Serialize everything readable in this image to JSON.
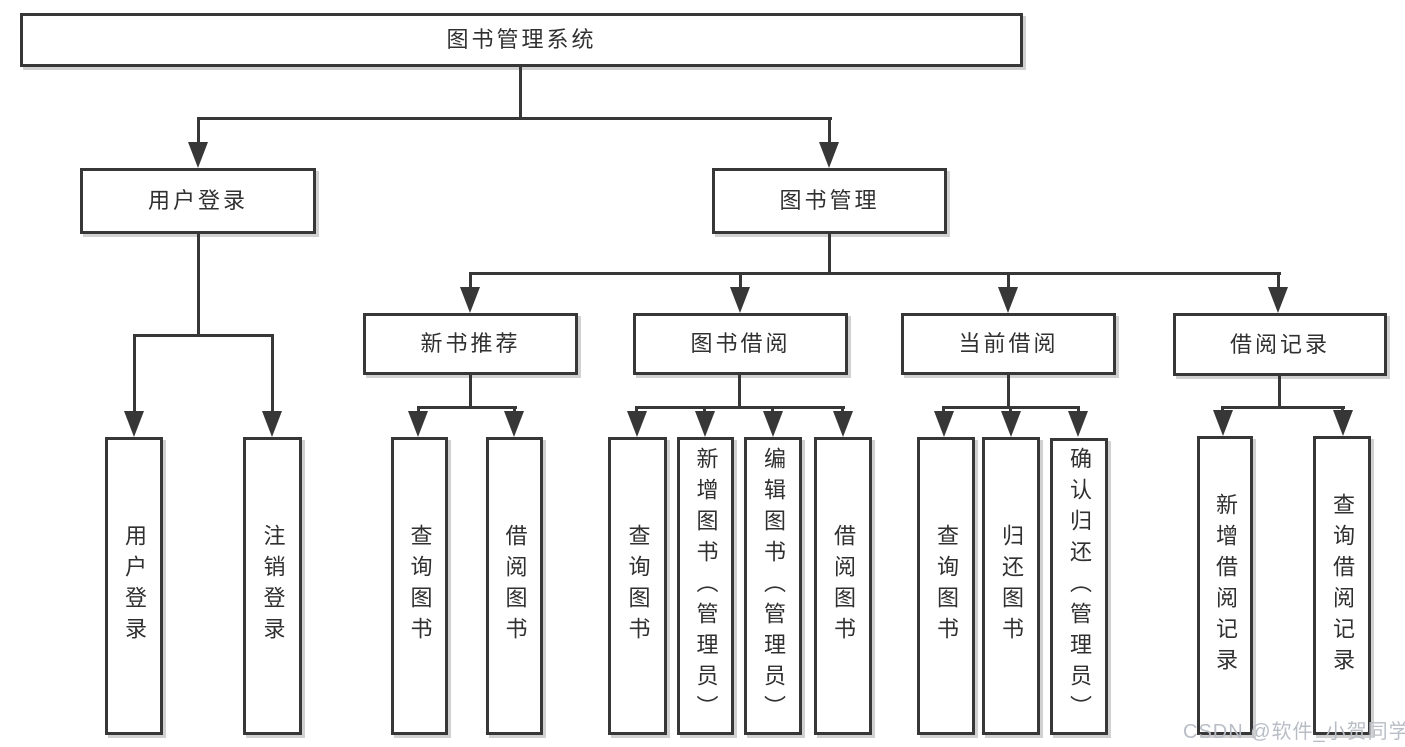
{
  "meta": {
    "background": "#ffffff",
    "line_color": "#373737",
    "text_color": "#303030",
    "watermark_color": "#b9bec6"
  },
  "watermark": {
    "text": "CSDN @软件_小贺同学"
  },
  "nodes": {
    "root": {
      "label": "图书管理系统"
    },
    "user_login": {
      "label": "用户登录"
    },
    "book_mgmt": {
      "label": "图书管理"
    },
    "new_book_rec": {
      "label": "新书推荐"
    },
    "book_borrow": {
      "label": "图书借阅"
    },
    "current_borrow": {
      "label": "当前借阅"
    },
    "borrow_record": {
      "label": "借阅记录"
    },
    "leaf_user_login": {
      "label": "用户登录"
    },
    "leaf_logout": {
      "label": "注销登录"
    },
    "leaf_query_book_newrec": {
      "label": "查询图书"
    },
    "leaf_borrow_book_newrec": {
      "label": "借阅图书"
    },
    "leaf_query_book_borrow": {
      "label": "查询图书"
    },
    "leaf_add_book_admin": {
      "label": "新增图书（管理员）"
    },
    "leaf_edit_book_admin": {
      "label": "编辑图书（管理员）"
    },
    "leaf_borrow_book_borrow": {
      "label": "借阅图书"
    },
    "leaf_query_book_current": {
      "label": "查询图书"
    },
    "leaf_return_book": {
      "label": "归还图书"
    },
    "leaf_confirm_return_admin": {
      "label": "确认归还（管理员）"
    },
    "leaf_add_borrow_record": {
      "label": "新增借阅记录"
    },
    "leaf_query_borrow_record": {
      "label": "查询借阅记录"
    }
  }
}
